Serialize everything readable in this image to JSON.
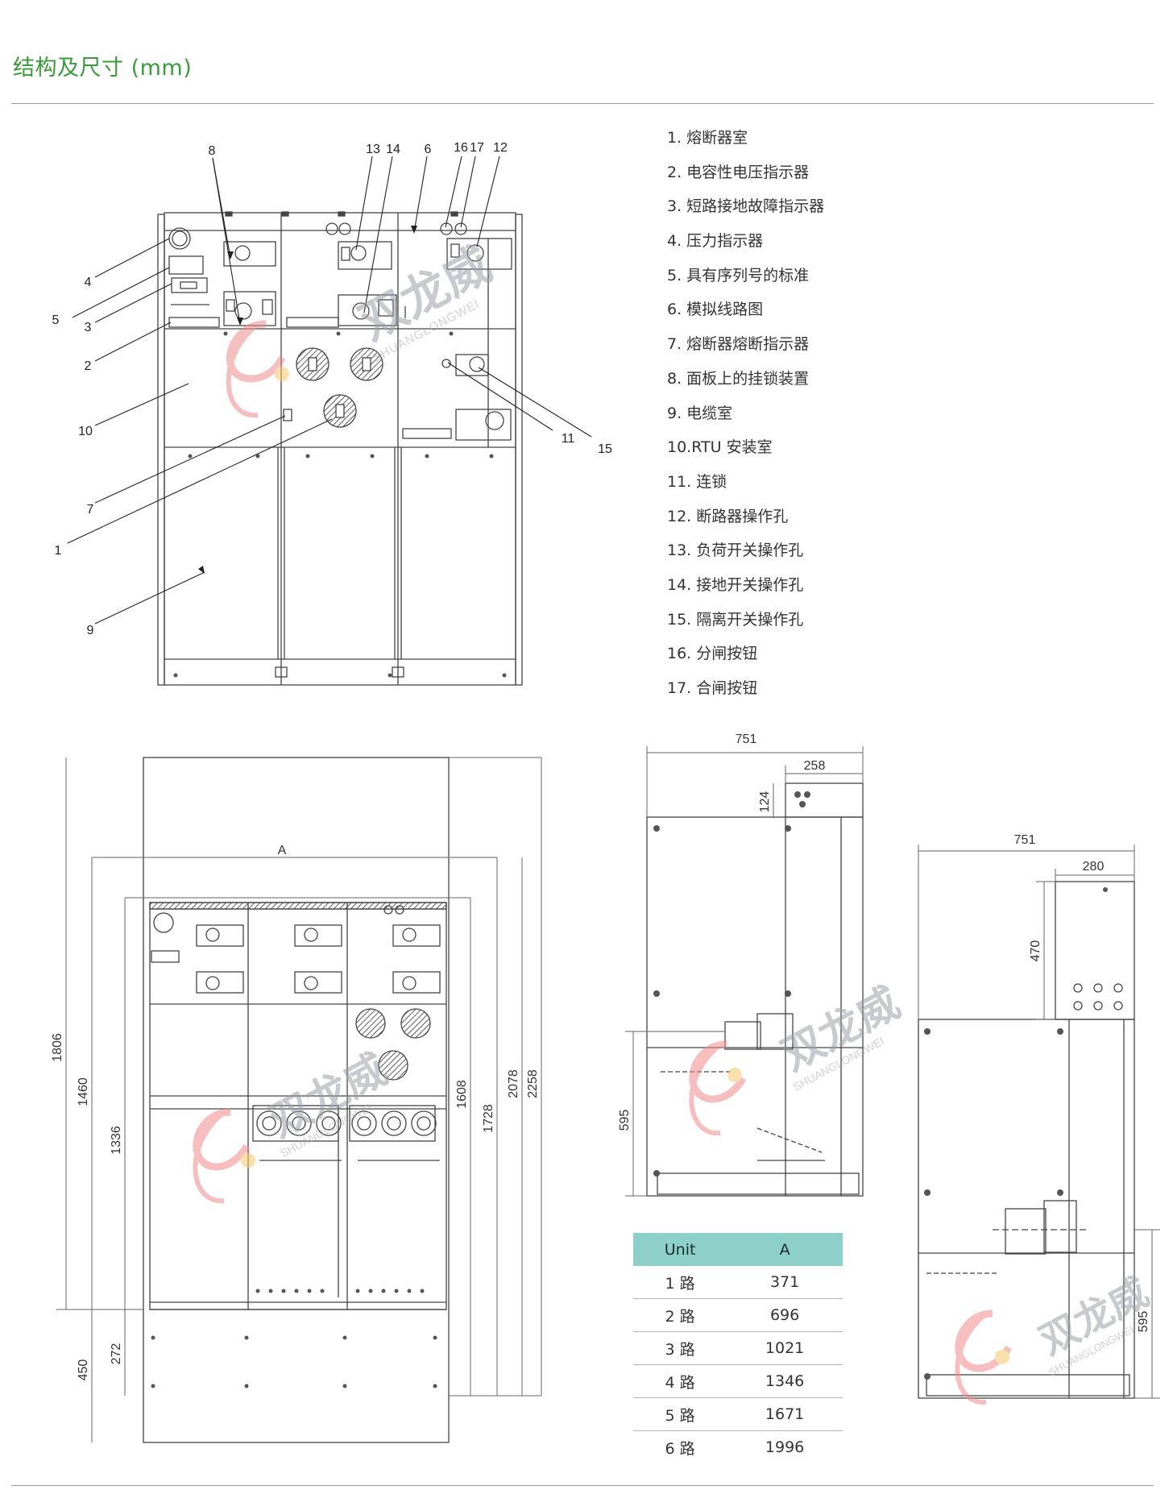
{
  "page_title": "结构及尺寸 (mm)",
  "legend": [
    "1. 熔断器室",
    "2. 电容性电压指示器",
    "3. 短路接地故障指示器",
    "4. 压力指示器",
    "5. 具有序列号的标准",
    "6. 模拟线路图",
    "7. 熔断器熔断指示器",
    "8. 面板上的挂锁装置",
    "9. 电缆室",
    "10.RTU 安装室",
    "11. 连锁",
    "12. 断路器操作孔",
    "13. 负荷开关操作孔",
    "14. 接地开关操作孔",
    "15. 隔离开关操作孔",
    "16. 分闸按钮",
    "17. 合闸按钮"
  ],
  "callouts": {
    "c8": "8",
    "c13": "13",
    "c14": "14",
    "c6": "6",
    "c16": "16",
    "c17": "17",
    "c12": "12",
    "c4": "4",
    "c5": "5",
    "c3": "3",
    "c2": "2",
    "c10": "10",
    "c7": "7",
    "c1": "1",
    "c9": "9",
    "c11": "11",
    "c15": "15"
  },
  "front_dims": {
    "a": "A",
    "d1806": "1806",
    "d1460": "1460",
    "d1336": "1336",
    "d450": "450",
    "d272": "272",
    "d1608": "1608",
    "d1728": "1728",
    "d2078": "2078",
    "d2258": "2258"
  },
  "side1_dims": {
    "w751": "751",
    "w258": "258",
    "h124": "124",
    "h595": "595"
  },
  "side2_dims": {
    "w751": "751",
    "w280": "280",
    "h470": "470",
    "h595": "595"
  },
  "watermark": {
    "cn": "双龙威",
    "en": "SHUANGLONGWEI"
  },
  "table": {
    "headers": [
      "Unit",
      "A"
    ],
    "rows": [
      [
        "1 路",
        "371"
      ],
      [
        "2 路",
        "696"
      ],
      [
        "3 路",
        "1021"
      ],
      [
        "4 路",
        "1346"
      ],
      [
        "5 路",
        "1671"
      ],
      [
        "6 路",
        "1996"
      ]
    ]
  }
}
